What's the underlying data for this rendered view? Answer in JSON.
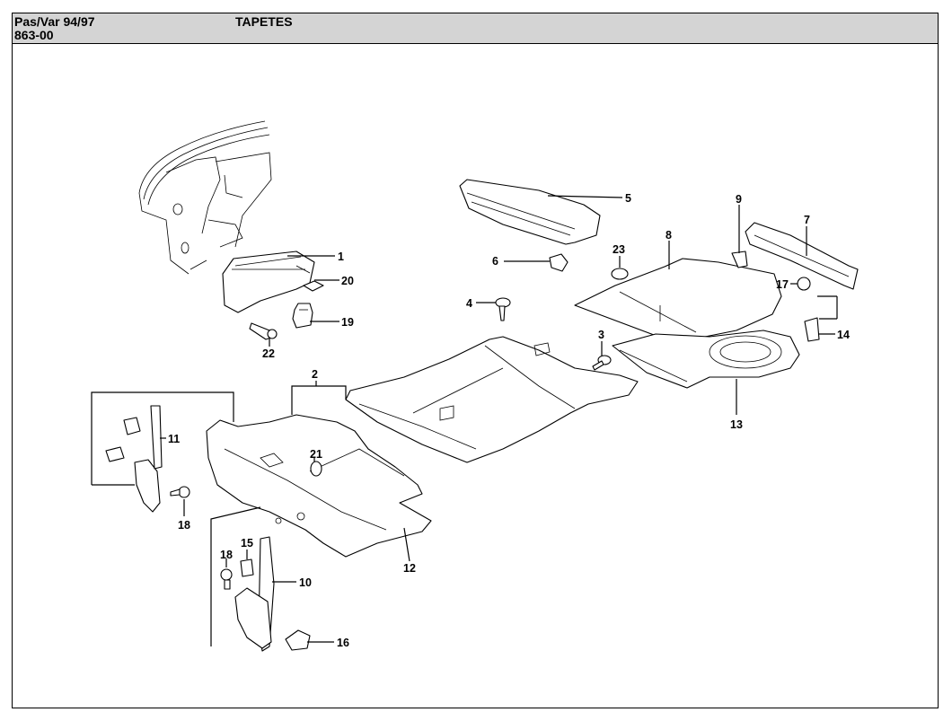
{
  "header": {
    "model": "Pas/Var 94/97",
    "code": "863-00",
    "title": "TAPETES"
  },
  "callouts": [
    "1",
    "2",
    "3",
    "4",
    "5",
    "6",
    "7",
    "8",
    "9",
    "10",
    "11",
    "12",
    "13",
    "14",
    "15",
    "16",
    "17",
    "18",
    "18",
    "19",
    "20",
    "21",
    "22",
    "23"
  ]
}
